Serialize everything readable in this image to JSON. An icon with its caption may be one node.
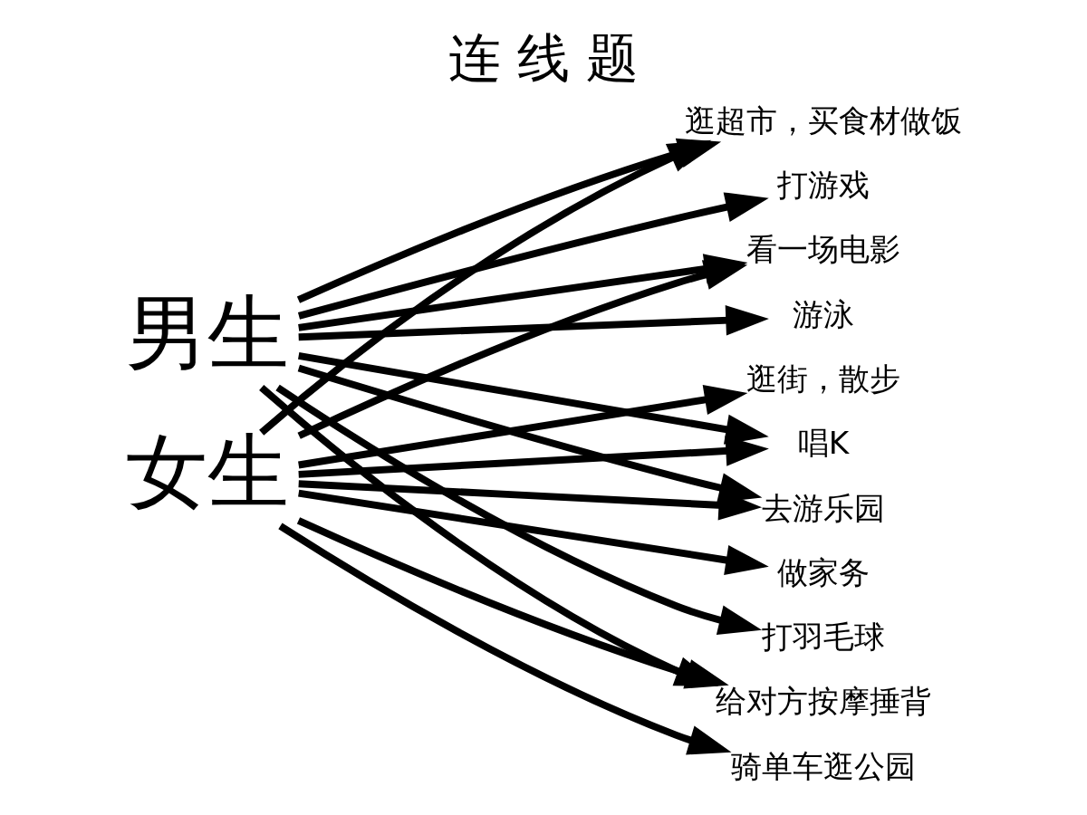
{
  "diagram": {
    "title": "连 线 题",
    "nodes": [
      {
        "text": [
          "男生"
        ]
      },
      {
        "text": [
          "女生"
        ]
      },
      {
        "text": [
          "逛超市，买食材做饭"
        ]
      },
      {
        "text": [
          "打游戏"
        ]
      },
      {
        "text": [
          "看一场电影"
        ]
      },
      {
        "text": [
          "游泳"
        ]
      },
      {
        "text": [
          "逛街，散步"
        ]
      },
      {
        "text": [
          "唱K"
        ]
      },
      {
        "text": [
          "去游乐园"
        ]
      },
      {
        "text": [
          "做家务"
        ]
      },
      {
        "text": [
          "打羽毛球"
        ]
      },
      {
        "text": [
          "给对方按摩捶背"
        ]
      },
      {
        "text": [
          "骑单车逛公园"
        ]
      }
    ],
    "edges": [
      {
        "from": 0,
        "to": 2,
        "arrow": "to"
      },
      {
        "from": 0,
        "to": 3,
        "arrow": "to"
      },
      {
        "from": 0,
        "to": 4,
        "arrow": "to"
      },
      {
        "from": 0,
        "to": 5,
        "arrow": "to"
      },
      {
        "from": 0,
        "to": 7,
        "arrow": "to"
      },
      {
        "from": 0,
        "to": 8,
        "arrow": "to"
      },
      {
        "from": 0,
        "to": 10,
        "arrow": "to"
      },
      {
        "from": 0,
        "to": 11,
        "arrow": "to"
      },
      {
        "from": 1,
        "to": 2,
        "arrow": "to"
      },
      {
        "from": 1,
        "to": 4,
        "arrow": "to"
      },
      {
        "from": 1,
        "to": 6,
        "arrow": "to"
      },
      {
        "from": 1,
        "to": 7,
        "arrow": "to"
      },
      {
        "from": 1,
        "to": 8,
        "arrow": "to"
      },
      {
        "from": 1,
        "to": 9,
        "arrow": "to"
      },
      {
        "from": 1,
        "to": 11,
        "arrow": "to"
      },
      {
        "from": 1,
        "to": 12,
        "arrow": "to"
      }
    ]
  }
}
